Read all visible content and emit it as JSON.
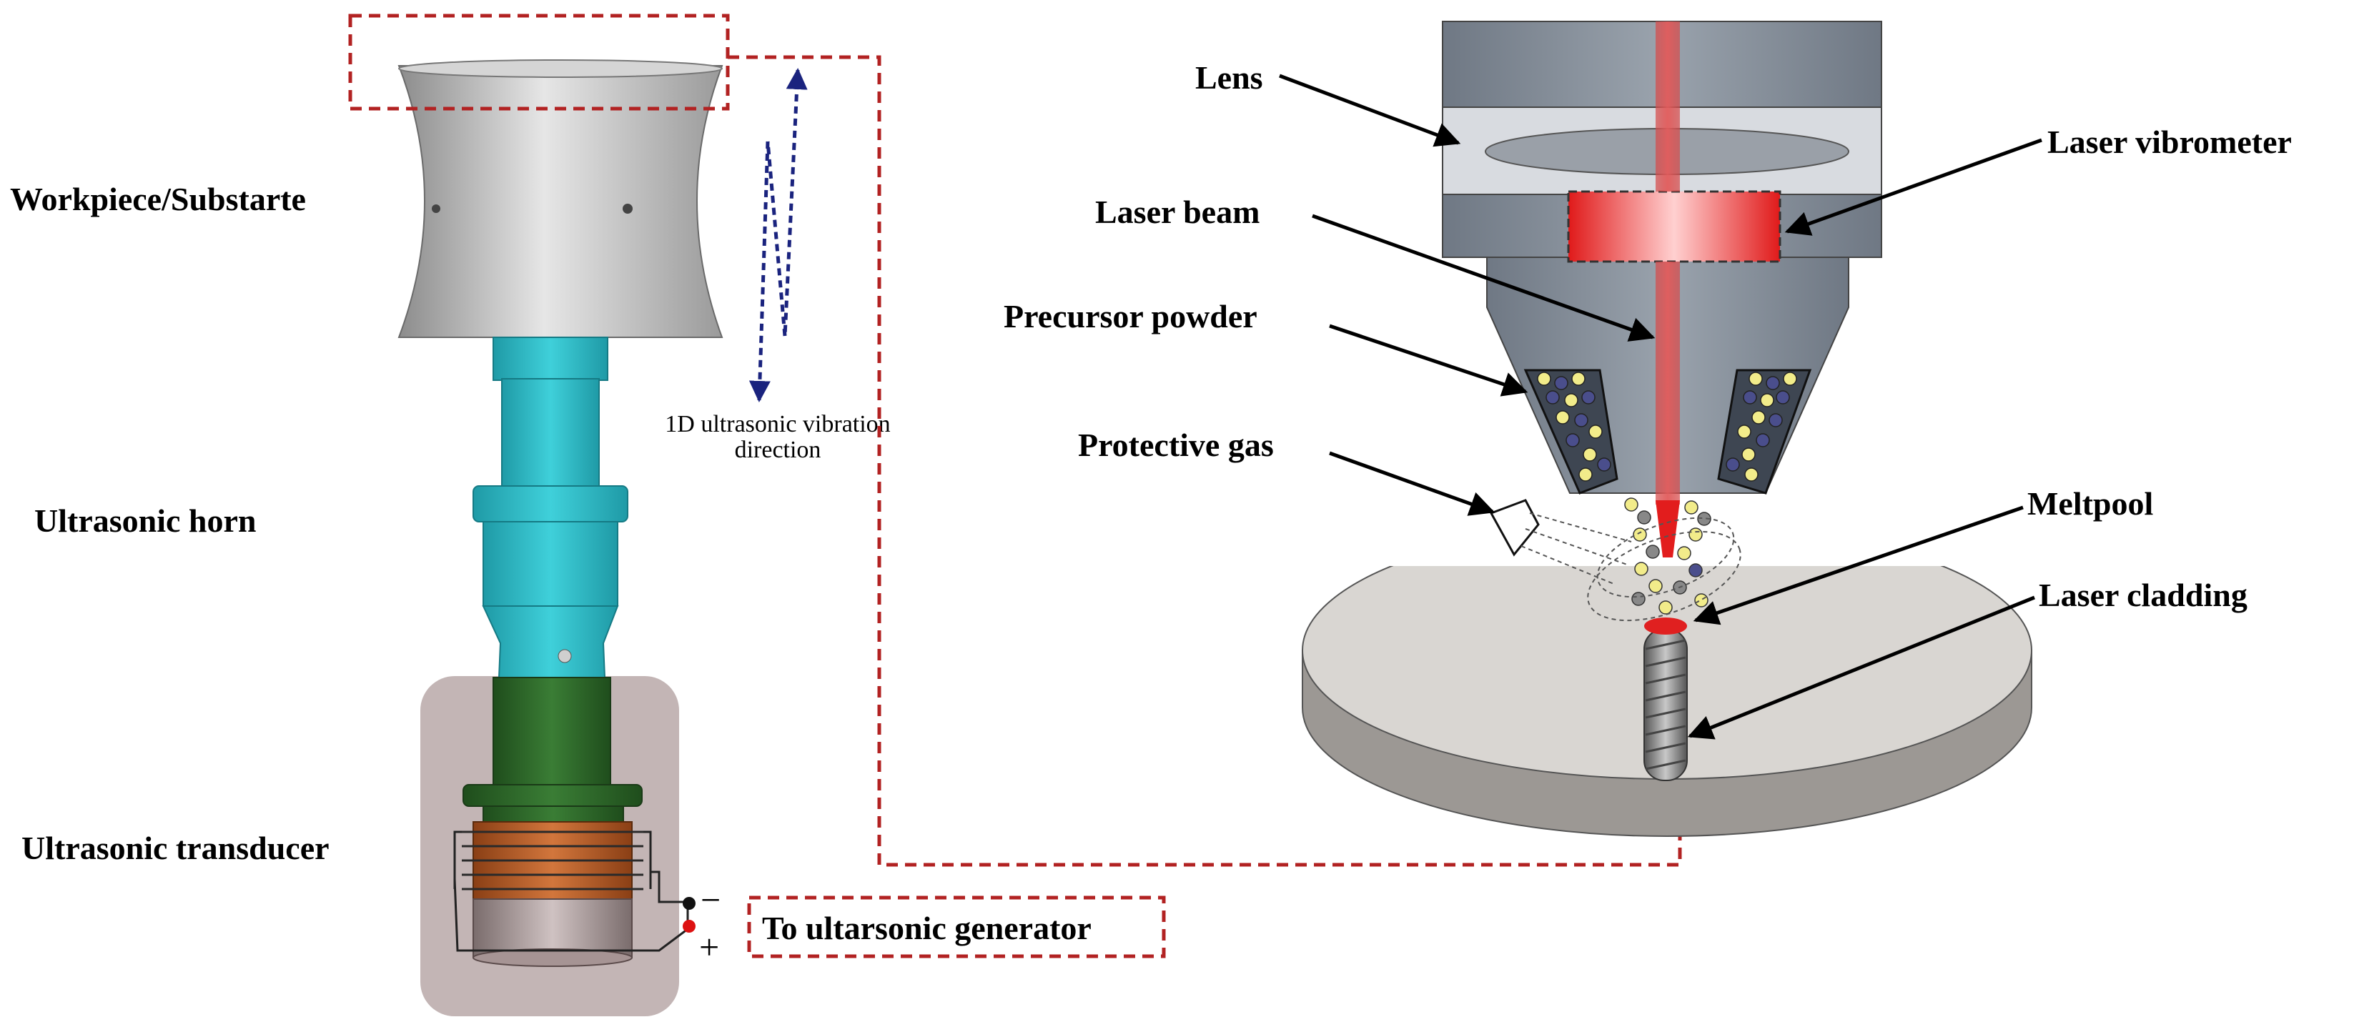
{
  "labels": {
    "workpiece": "Workpiece/Substarte",
    "horn": "Ultrasonic horn",
    "transducer": "Ultrasonic transducer",
    "generator": "To ultarsonic generator",
    "vibration_line1": "1D ultrasonic vibration",
    "vibration_line2": "direction",
    "lens": "Lens",
    "vibrometer": "Laser vibrometer",
    "beam": "Laser beam",
    "powder": "Precursor powder",
    "gas": "Protective gas",
    "meltpool": "Meltpool",
    "cladding": "Laser cladding",
    "minus": "−",
    "plus": "+"
  },
  "colors": {
    "connection_dashed": "#b22222",
    "vibration_arrow": "#1a237e",
    "horn": "#2fc0cc",
    "transducer_body": "#2e6b2a",
    "transducer_coil": "#c0632a",
    "laser": "#e53935",
    "powder_yellow": "#f2ec8a",
    "powder_blue": "#4a4e8c",
    "head_gray": "#808a96",
    "substrate": "#d9d6d2"
  }
}
